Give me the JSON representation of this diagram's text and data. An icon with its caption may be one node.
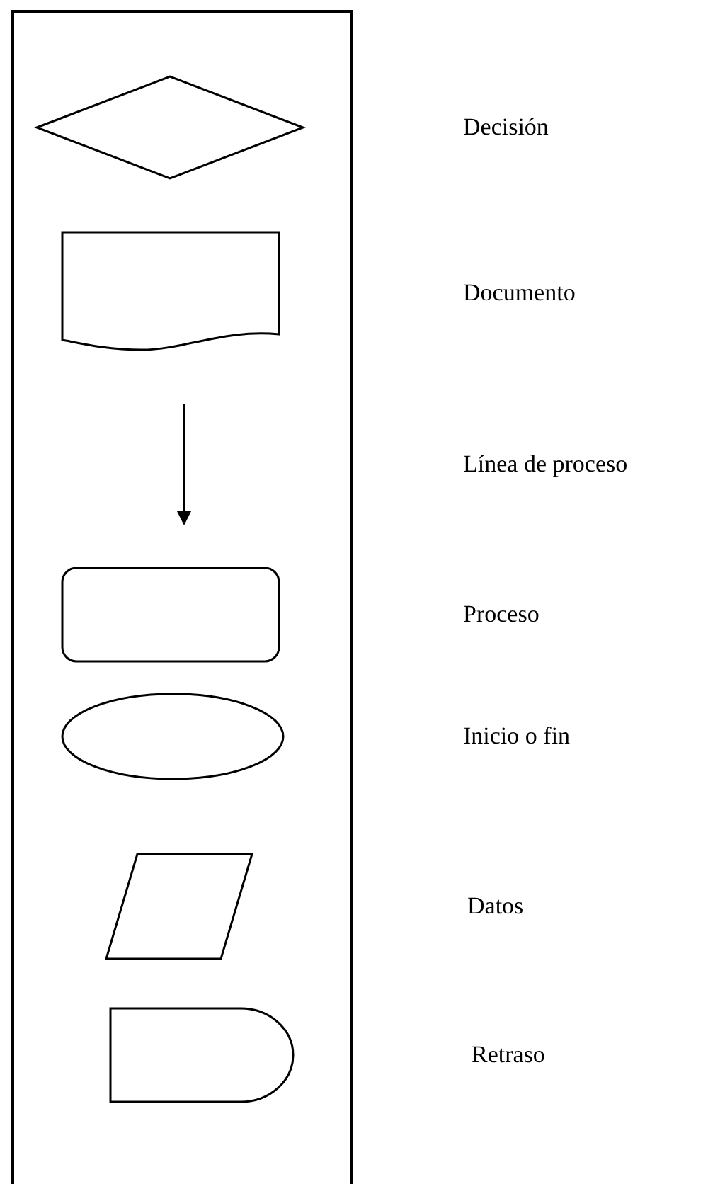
{
  "diagram": {
    "nodes": [
      {
        "text": [],
        "shape": "diamond"
      },
      {
        "text": [],
        "shape": "document"
      },
      {
        "text": [],
        "shape": "box"
      },
      {
        "text": [],
        "shape": "ellipse"
      },
      {
        "text": [],
        "shape": "parallelogram"
      },
      {
        "text": [],
        "shape": "delay"
      }
    ],
    "labels": [
      "Decisión",
      "Documento",
      "Línea de proceso",
      "Proceso",
      "Inicio o fin",
      "Datos",
      "Retraso"
    ]
  }
}
